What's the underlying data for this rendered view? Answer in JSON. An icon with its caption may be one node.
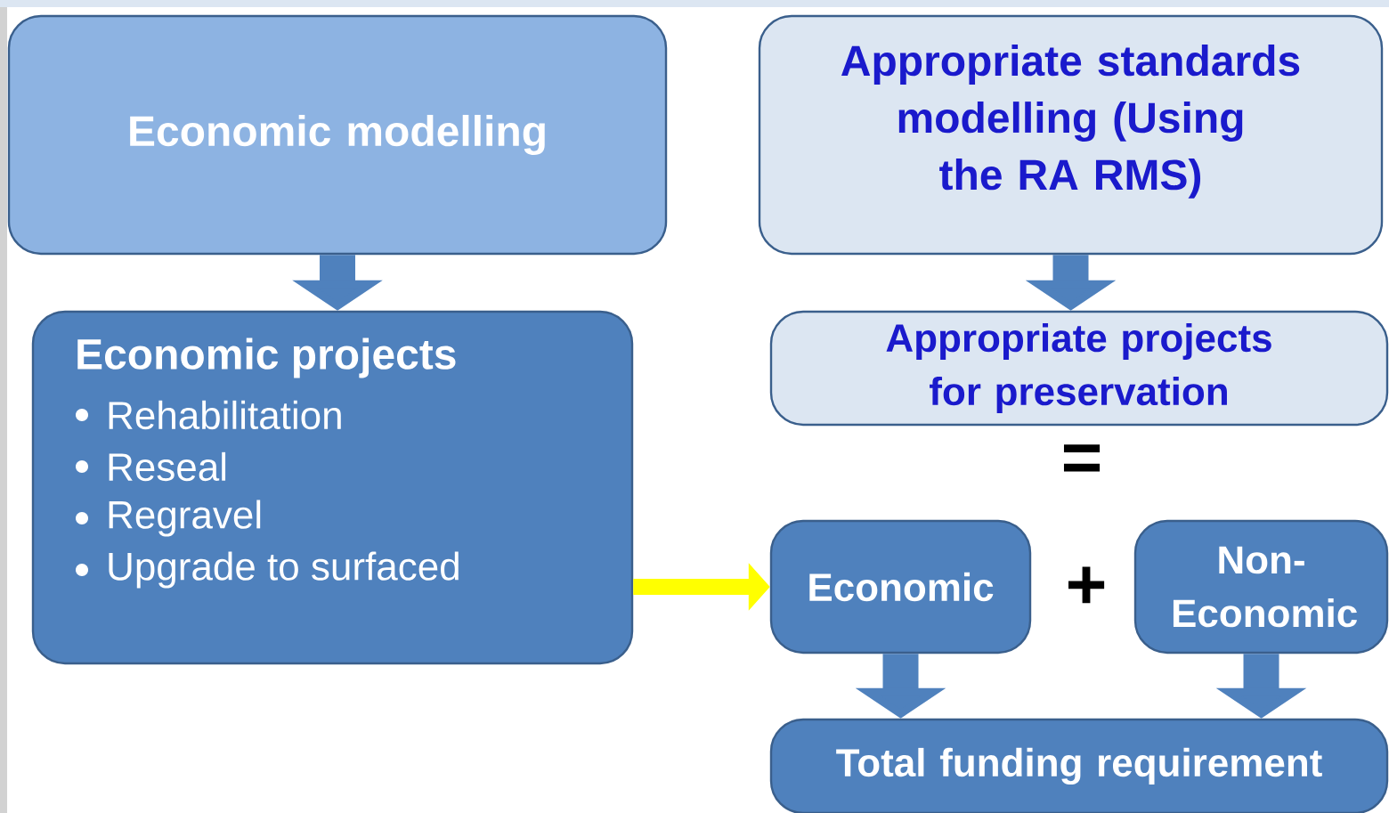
{
  "diagram": {
    "nodes": [
      {
        "text": [
          "Economic modelling"
        ]
      },
      {
        "text": [
          "Appropriate standards modelling (Using the RA RMS)"
        ]
      },
      {
        "text": [
          "Economic projects",
          "Rehabilitation",
          "Reseal",
          "Regravel",
          "Upgrade to surfaced"
        ]
      },
      {
        "text": [
          "Appropriate projects for preservation"
        ]
      },
      {
        "text": [
          "Economic"
        ]
      },
      {
        "text": [
          "Non-Economic"
        ]
      },
      {
        "text": [
          "Total funding requirement"
        ]
      }
    ],
    "edges": [
      {
        "from": 0,
        "to": 2,
        "arrow": "to"
      },
      {
        "from": 1,
        "to": 3,
        "arrow": "to"
      },
      {
        "from": 2,
        "to": 4,
        "arrow": "to",
        "color": "#ffff00"
      },
      {
        "from": 4,
        "to": 6,
        "arrow": "to"
      },
      {
        "from": 5,
        "to": 6,
        "arrow": "to"
      }
    ],
    "labels": [
      "=",
      "+"
    ]
  }
}
